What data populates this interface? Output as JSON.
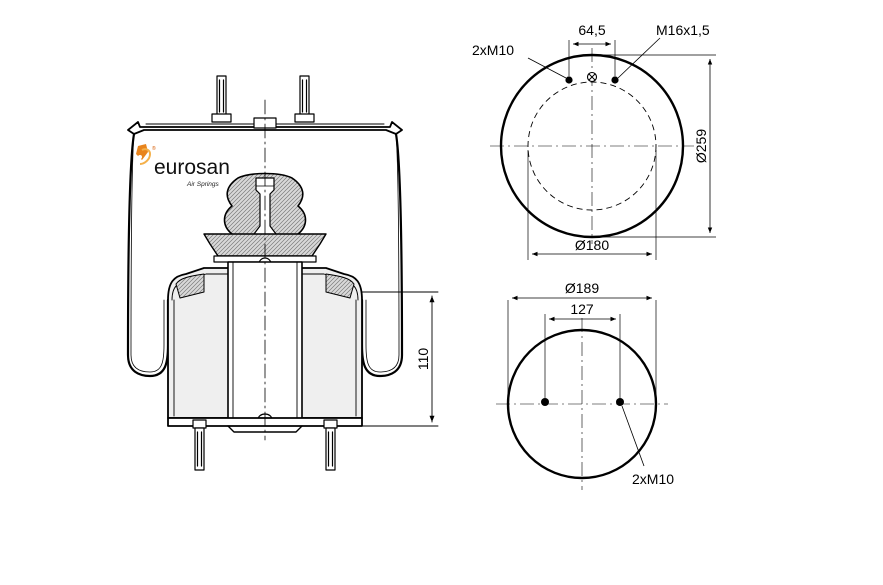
{
  "logo": {
    "brand": "eurosan",
    "tagline": "Air Springs",
    "registered": "®",
    "color": "#e8841d"
  },
  "side_view": {
    "height_label": "110"
  },
  "top_view": {
    "dim_bolt_spacing": "64,5",
    "label_studs": "2xM10",
    "label_air": "M16x1,5",
    "dim_outer_dia": "Ø259",
    "dim_plate_dia": "Ø180"
  },
  "bottom_view": {
    "dim_piston_dia": "Ø189",
    "dim_bolt_spacing": "127",
    "label_studs": "2xM10"
  },
  "colors": {
    "line": "#000000",
    "hatch": "#9a9a9a",
    "piston_fill": "#efefef"
  }
}
